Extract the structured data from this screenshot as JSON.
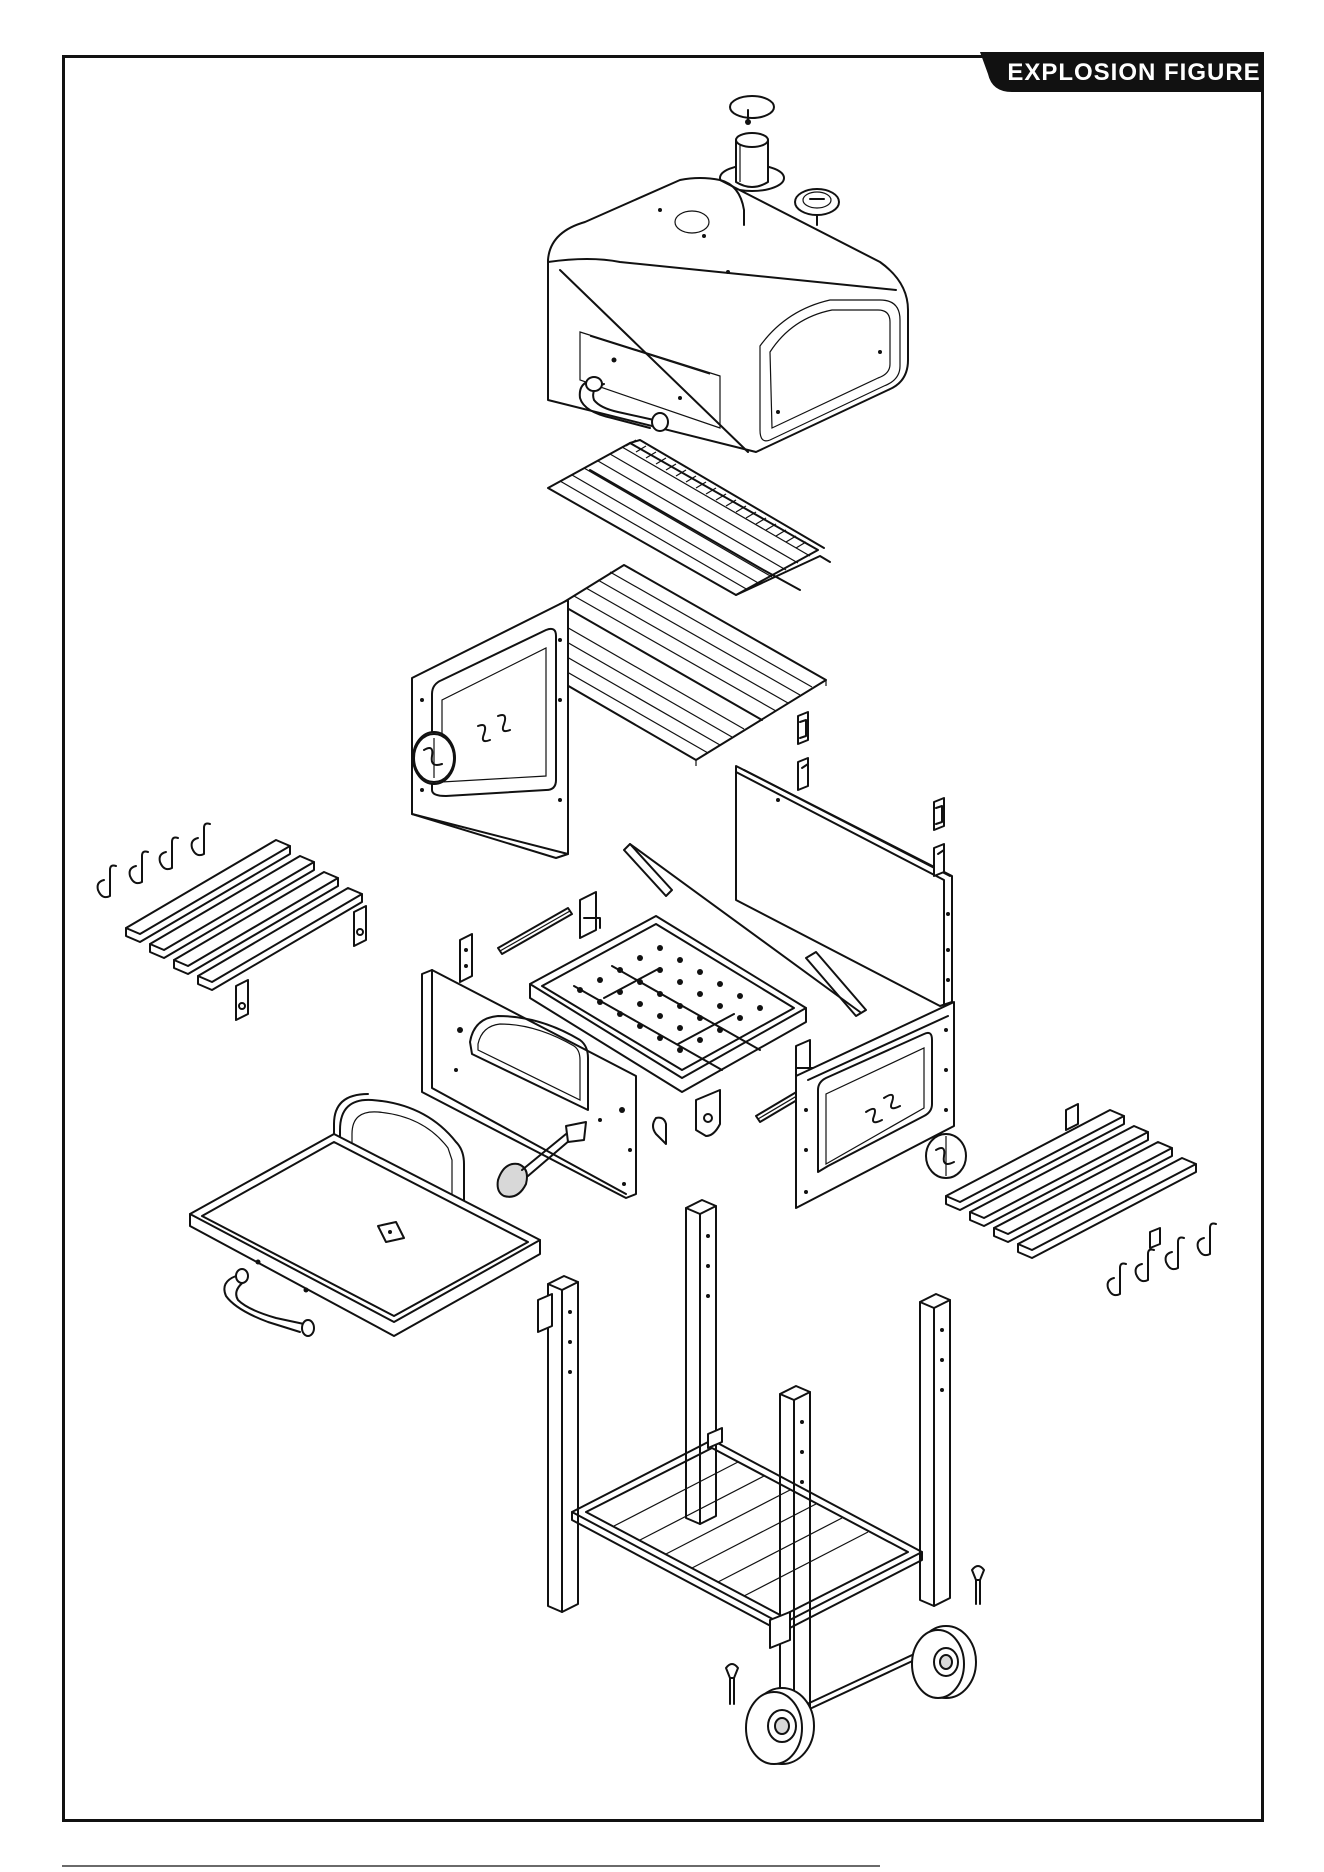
{
  "header": {
    "title": "EXPLOSION FIGURE"
  },
  "colors": {
    "line": "#111111",
    "background": "#ffffff",
    "title_text": "#ffffff",
    "title_bg": "#111111"
  },
  "parts": [
    "chimney-cap",
    "chimney",
    "thermometer",
    "lid",
    "lid-handle",
    "warming-rack",
    "cooking-grate",
    "left-side-panel",
    "right-side-panel",
    "back-panel",
    "front-panel",
    "charcoal-tray",
    "tray-supports",
    "brackets",
    "left-side-shelf",
    "right-side-shelf",
    "tool-hooks",
    "ash-drawer",
    "ash-drawer-handle",
    "drawer-door",
    "legs",
    "bottom-shelf",
    "axle",
    "wheels",
    "cotter-pins"
  ]
}
